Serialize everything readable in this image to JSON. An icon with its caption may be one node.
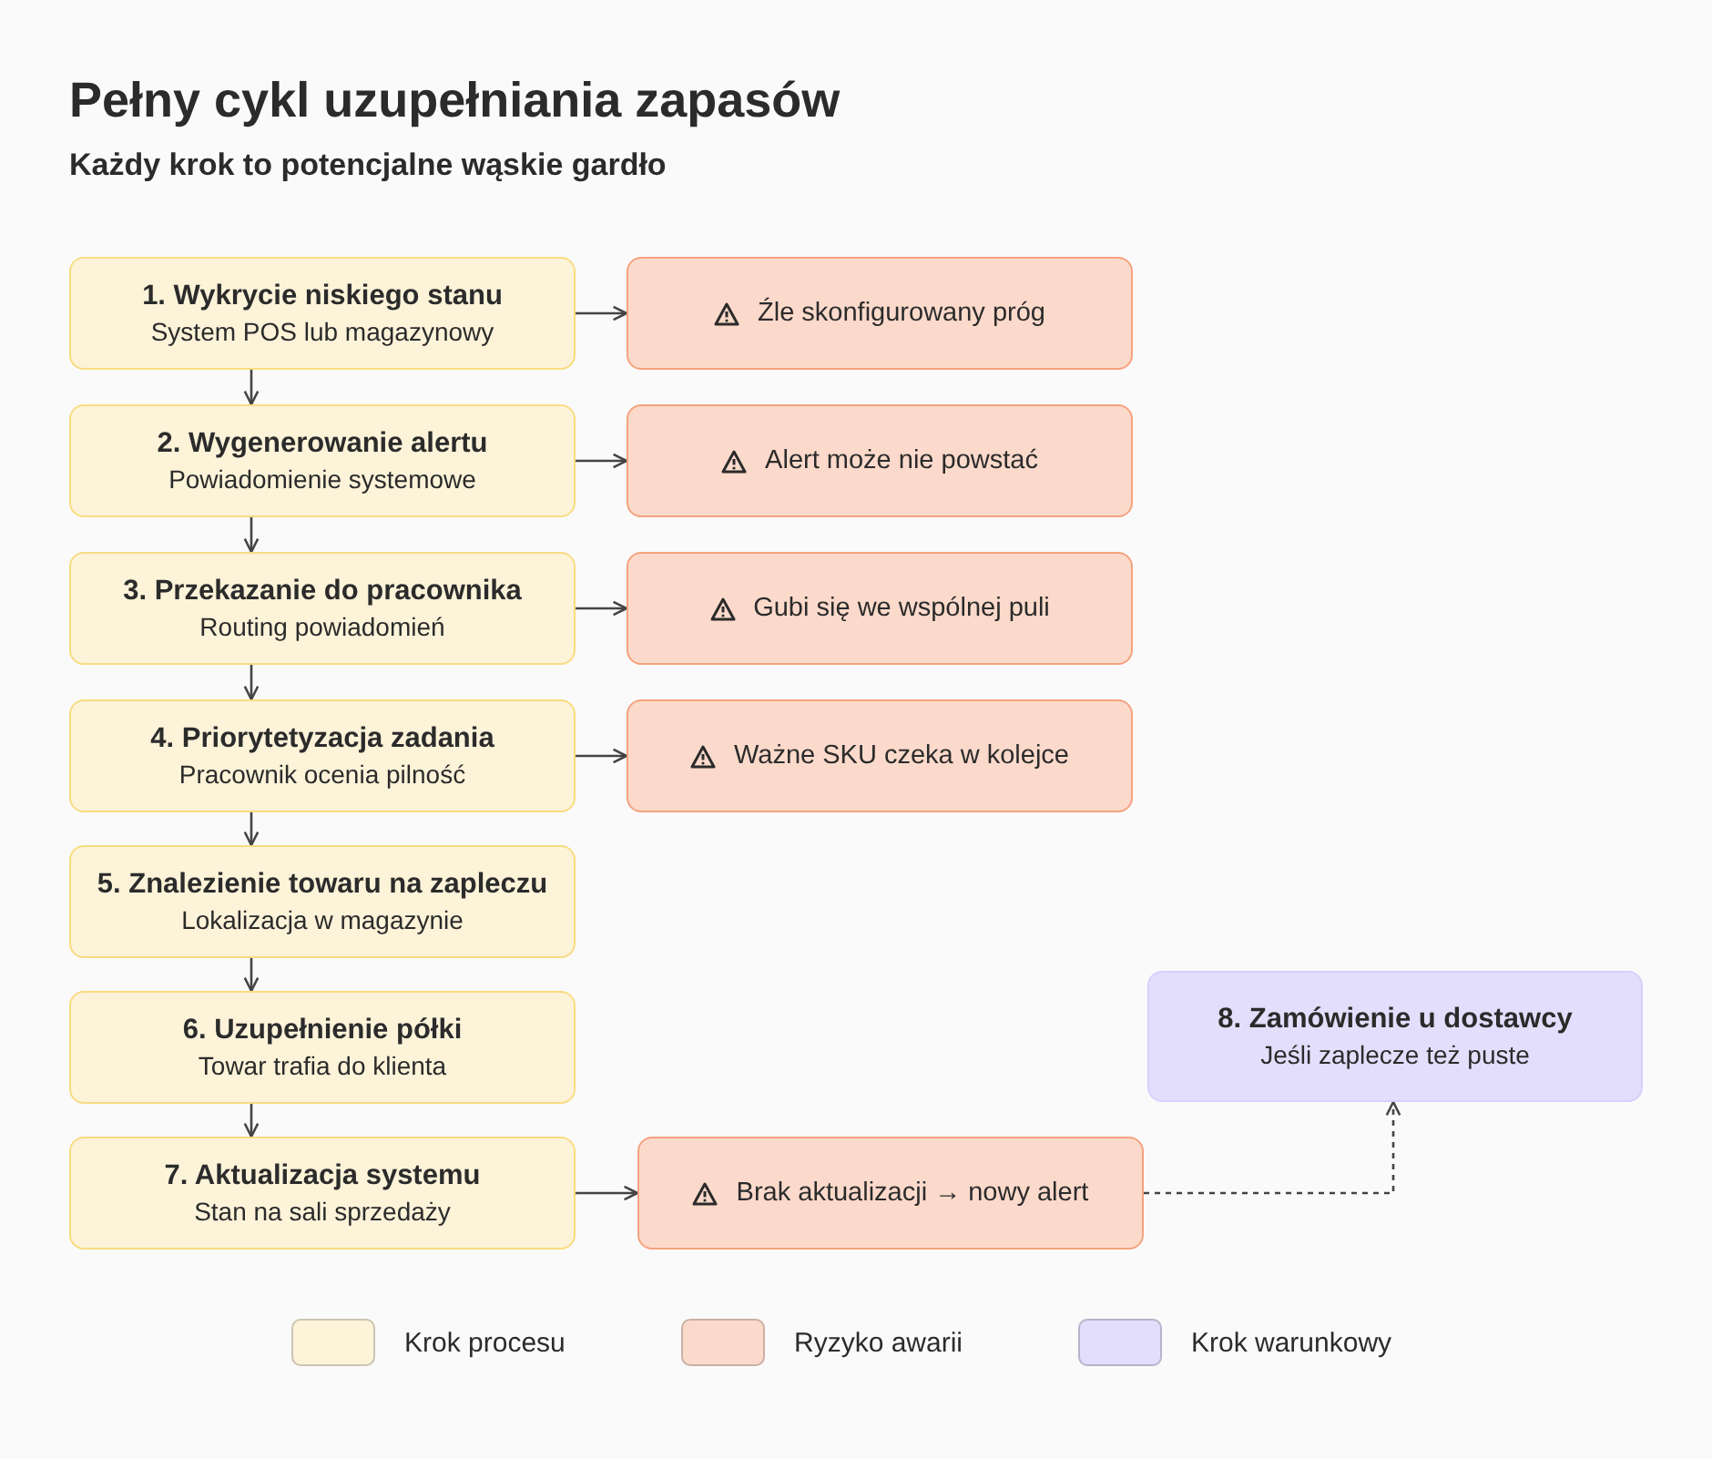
{
  "diagram": {
    "title": "Pełny cykl uzupełniania zapasów",
    "caption": "Każdy krok to potencjalne wąskie gardło",
    "nodes": [
      {
        "text": [
          "1. Wykrycie niskiego stanu",
          "System POS lub magazynowy"
        ]
      },
      {
        "text": [
          "Źle skonfigurowany próg"
        ]
      },
      {
        "text": [
          "2. Wygenerowanie alertu",
          "Powiadomienie systemowe"
        ]
      },
      {
        "text": [
          "Alert może nie powstać"
        ]
      },
      {
        "text": [
          "3. Przekazanie do pracownika",
          "Routing powiadomień"
        ]
      },
      {
        "text": [
          "Gubi się we wspólnej puli"
        ]
      },
      {
        "text": [
          "4. Priorytetyzacja zadania",
          "Pracownik ocenia pilność"
        ]
      },
      {
        "text": [
          "Ważne SKU czeka w kolejce"
        ]
      },
      {
        "text": [
          "5. Znalezienie towaru na zapleczu",
          "Lokalizacja w magazynie"
        ]
      },
      {
        "text": [
          "6. Uzupełnienie półki",
          "Towar trafia do klienta"
        ]
      },
      {
        "text": [
          "8. Zamówienie u dostawcy",
          "Jeśli zaplecze też puste"
        ]
      },
      {
        "text": [
          "7. Aktualizacja systemu",
          "Stan na sali sprzedaży"
        ]
      },
      {
        "text": [
          "Brak aktualizacji → nowy alert"
        ]
      }
    ],
    "edges": [
      {
        "from": 0,
        "to": 2,
        "arrow": "to"
      },
      {
        "from": 2,
        "to": 4,
        "arrow": "to"
      },
      {
        "from": 4,
        "to": 6,
        "arrow": "to"
      },
      {
        "from": 6,
        "to": 8,
        "arrow": "to"
      },
      {
        "from": 8,
        "to": 9,
        "arrow": "to"
      },
      {
        "from": 9,
        "to": 11,
        "arrow": "to"
      },
      {
        "from": 0,
        "to": 1,
        "arrow": "to"
      },
      {
        "from": 2,
        "to": 3,
        "arrow": "to"
      },
      {
        "from": 4,
        "to": 5,
        "arrow": "to"
      },
      {
        "from": 6,
        "to": 7,
        "arrow": "to"
      },
      {
        "from": 11,
        "to": 12,
        "arrow": "to"
      },
      {
        "from": 12,
        "to": 10,
        "arrow": "to",
        "style": "dashed"
      }
    ],
    "legend": [
      {
        "text": "Krok procesu",
        "color": "#fcf3d9"
      },
      {
        "text": "Ryzyko awarii",
        "color": "#fcdacb"
      },
      {
        "text": "Krok warunkowy",
        "color": "#e4defd"
      }
    ]
  }
}
